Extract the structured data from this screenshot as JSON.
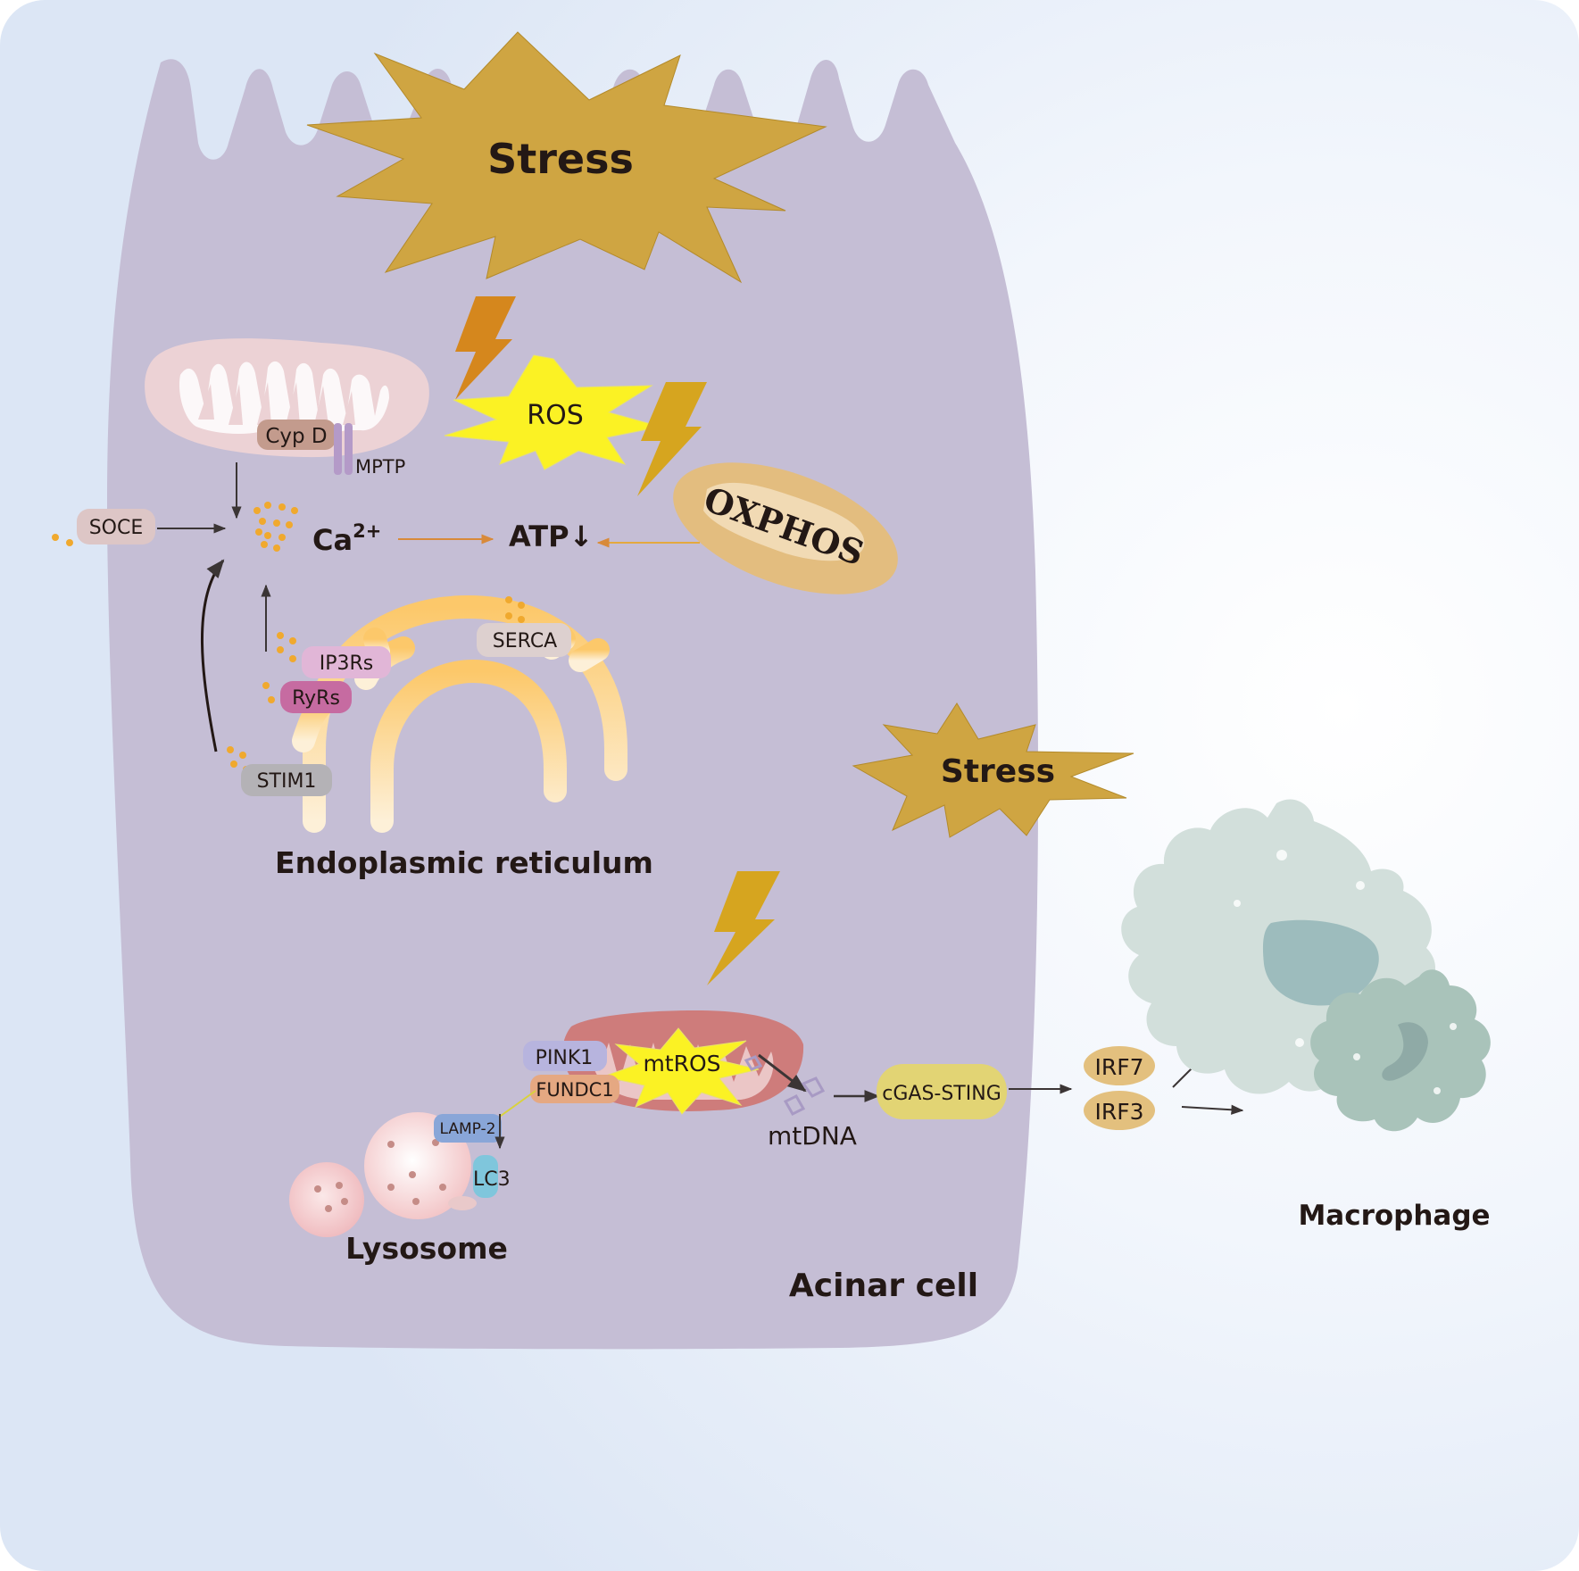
{
  "labels": {
    "stress_top": "Stress",
    "stress_mid": "Stress",
    "ros": "ROS",
    "oxphos": "OXPHOS",
    "cyp_d": "Cyp D",
    "mptp": "MPTP",
    "soce": "SOCE",
    "ca_base": "Ca",
    "ca_sup": "2+",
    "atp": "ATP↓",
    "serca": "SERCA",
    "ip3rs": "IP3Rs",
    "ryrs": "RyRs",
    "stim1": "STIM1",
    "er": "Endoplasmic reticulum",
    "pink1": "PINK1",
    "fundc1": "FUNDC1",
    "mtros": "mtROS",
    "lamp2": "LAMP-2",
    "lc3": "LC3",
    "lysosome": "Lysosome",
    "mtdna": "mtDNA",
    "cgas_sting": "cGAS-STING",
    "irf7": "IRF7",
    "irf3": "IRF3",
    "macrophage": "Macrophage",
    "acinar_cell": "Acinar cell"
  },
  "colors": {
    "background": "#e3ebf7",
    "cell": "#c5bed5",
    "stress": "#cfa542",
    "ros": "#fbf224",
    "lightning_orange": "#d5871d",
    "lightning_gold": "#d6a51f",
    "oxphos": "#e3bd7f",
    "mito_pink": "#ecd2d5",
    "er": "#fcd17e",
    "calcium": "#f0a92e",
    "macrophage": "#d2dfdb"
  }
}
